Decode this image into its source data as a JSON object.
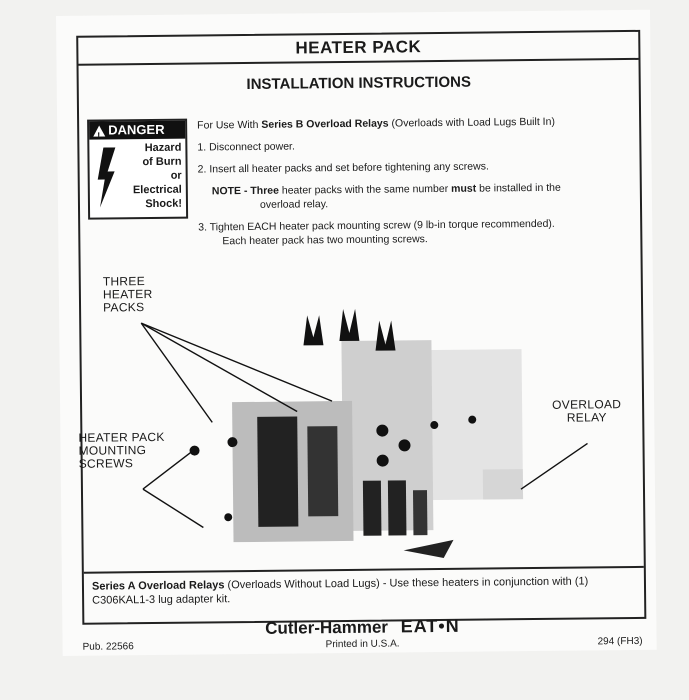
{
  "header": {
    "title": "HEATER PACK",
    "subtitle": "INSTALLATION INSTRUCTIONS"
  },
  "danger": {
    "label": "DANGER",
    "lines": [
      "Hazard",
      "of Burn",
      "or",
      "Electrical",
      "Shock!"
    ],
    "icons": [
      "warning-triangle-icon",
      "lightning-bolt-icon"
    ]
  },
  "instructions": {
    "intro_prefix": "For Use With ",
    "intro_bold": "Series B Overload Relays",
    "intro_suffix": " (Overloads with Load Lugs Built In)",
    "step1": "1. Disconnect power.",
    "step2": "2. Insert all heater packs and set before tightening any screws.",
    "note_label": "NOTE - ",
    "note_bold1": "Three",
    "note_text1": " heater packs with the same number ",
    "note_bold2": "must",
    "note_text2": " be installed in the",
    "note_line2": "overload relay.",
    "step3_line1": "3. Tighten EACH heater pack mounting screw (9 lb-in torque recommended).",
    "step3_line2": "Each heater pack has two mounting screws."
  },
  "diagram": {
    "label_three": [
      "THREE",
      "HEATER",
      "PACKS"
    ],
    "label_mounting": [
      "HEATER PACK",
      "MOUNTING",
      "SCREWS"
    ],
    "label_overload": [
      "OVERLOAD",
      "RELAY"
    ]
  },
  "bottom_note": {
    "bold": "Series A Overload Relays",
    "text": " (Overloads Without Load Lugs) - Use these heaters in conjunction with (1) C306KAL1-3 lug adapter kit."
  },
  "footer": {
    "brand": "Cutler-Hammer",
    "logo": "EAT•N",
    "printed": "Printed in U.S.A.",
    "pub": "Pub. 22566",
    "code": "294 (FH3)"
  }
}
